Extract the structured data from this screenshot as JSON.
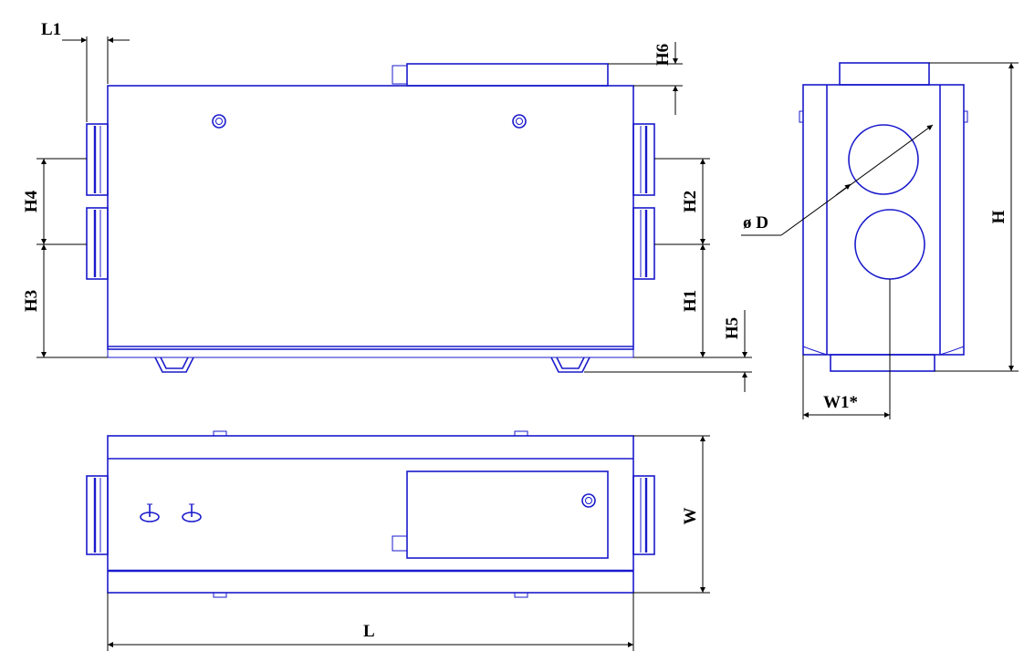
{
  "colors": {
    "line": "#1a1acc",
    "dimension": "#000000"
  },
  "labels": {
    "L1": "L1",
    "H6": "H6",
    "H4": "H4",
    "H3": "H3",
    "H2": "H2",
    "H1": "H1",
    "H5": "H5",
    "D": "ø D",
    "H": "H",
    "W1": "W1*",
    "W": "W",
    "L": "L"
  }
}
